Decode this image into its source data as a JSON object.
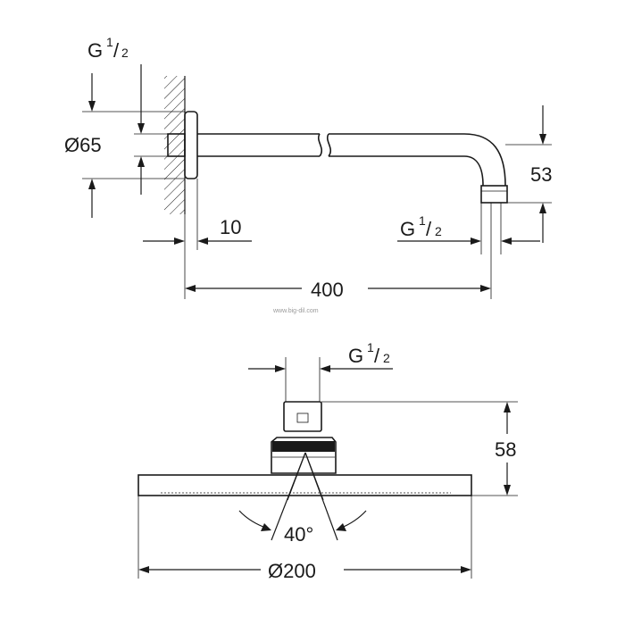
{
  "top_view": {
    "thread_label_main": "G",
    "thread_label_fraction_num": "1",
    "thread_label_fraction_den": "2",
    "flange_diameter": "Ø65",
    "flange_offset": "10",
    "arm_length": "400",
    "drop_height": "53",
    "outlet_thread_main": "G",
    "outlet_thread_num": "1",
    "outlet_thread_den": "2"
  },
  "watermark": "www.big-dil.com",
  "bottom_view": {
    "thread_label_main": "G",
    "thread_label_fraction_num": "1",
    "thread_label_fraction_den": "2",
    "height": "58",
    "swivel_angle": "40°",
    "head_diameter": "Ø200"
  }
}
